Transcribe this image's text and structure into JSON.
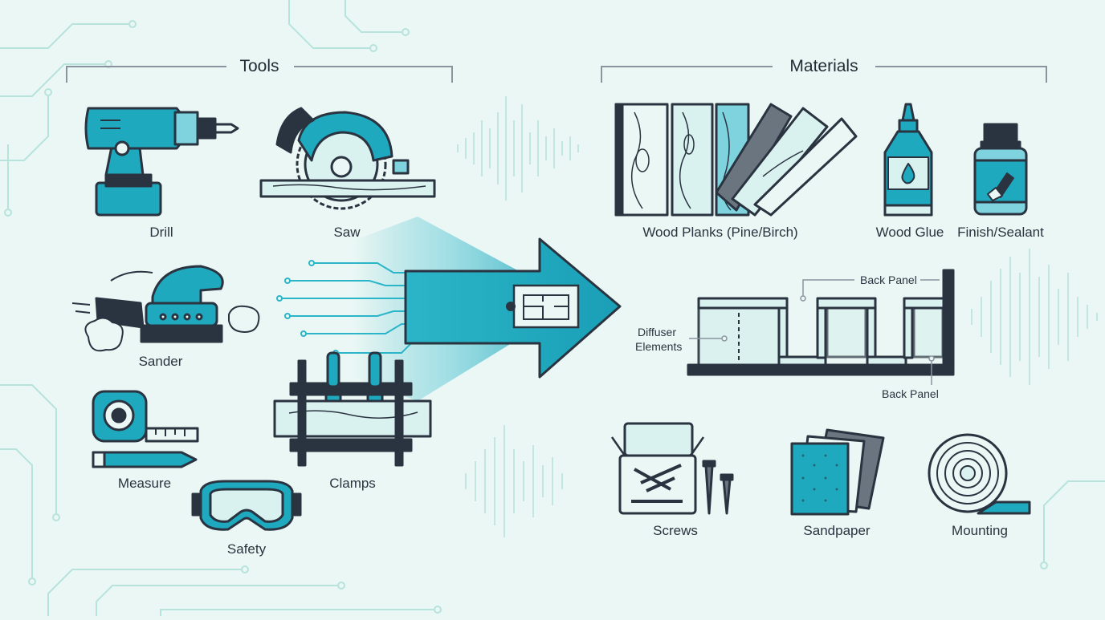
{
  "sections": {
    "tools": "Tools",
    "materials": "Materials"
  },
  "tools": {
    "drill": "Drill",
    "saw": "Saw",
    "sander": "Sander",
    "clamps": "Clamps",
    "measure": "Measure",
    "safety": "Safety"
  },
  "materials": {
    "planks": "Wood Planks (Pine/Birch)",
    "glue": "Wood Glue",
    "finish": "Finish/Sealant",
    "screws": "Screws",
    "sandpaper": "Sandpaper",
    "mounting": "Mounting"
  },
  "panel": {
    "back_top": "Back Panel",
    "back_bottom": "Back Panel",
    "diffuser_line1": "Diffuser",
    "diffuser_line2": "Elements"
  },
  "colors": {
    "accent": "#1fa9bf",
    "accent_light": "#7fd3df",
    "outline": "#2a3340",
    "background": "#eaf7f4",
    "circuit": "#b7e3dd"
  }
}
